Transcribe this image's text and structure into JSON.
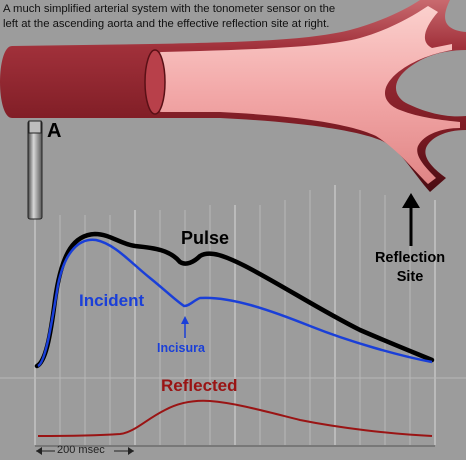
{
  "caption": {
    "line1": "A much simplified arterial system with the tonometer sensor on the",
    "line2": "left at the ascending aorta and the effective reflection site at right."
  },
  "sensor_label": "A",
  "pulse_label": "Pulse",
  "incident_label": "Incident",
  "incisura_label": "Incisura",
  "reflection_site": {
    "line1": "Reflection",
    "line2": "Site"
  },
  "reflected_label": "Reflected",
  "time_scale": "200 msec",
  "colors": {
    "background": "#9c9c9c",
    "artery": "#8b1c24",
    "lumen": "#f2a7a7",
    "pulse": "#000000",
    "incident": "#1a3fd8",
    "reflected": "#9a1414",
    "grid": "#d9d9d9"
  }
}
